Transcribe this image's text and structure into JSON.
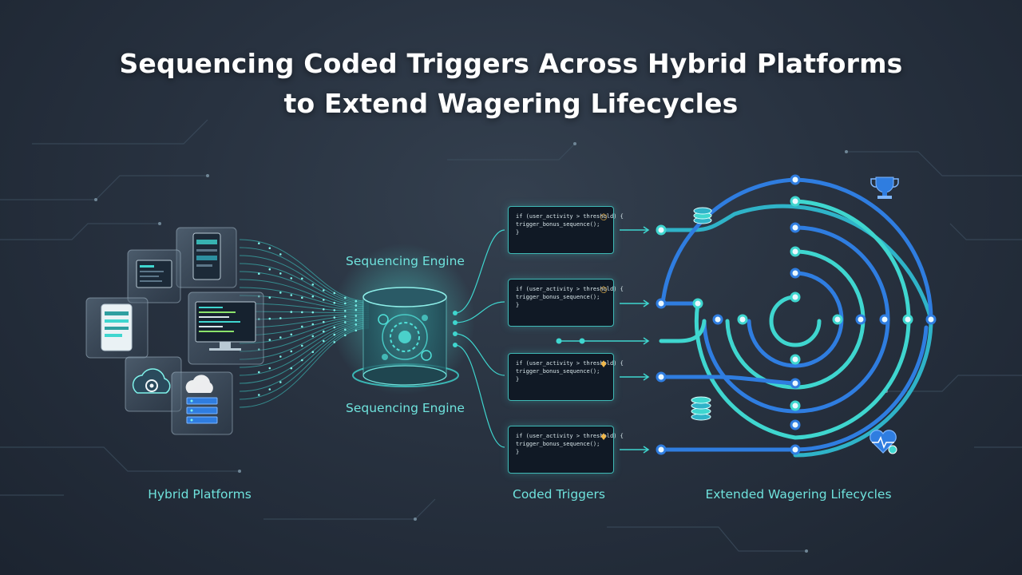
{
  "title": {
    "line1": "Sequencing Coded Triggers Across Hybrid Platforms",
    "line2": "to Extend Wagering Lifecycles"
  },
  "labels": {
    "engine_top": "Sequencing Engine",
    "engine_bottom": "Sequencing Engine",
    "hybrid_platforms": "Hybrid Platforms",
    "coded_triggers": "Coded Triggers",
    "extended_lifecycles": "Extended Wagering Lifecycles"
  },
  "triggers": [
    {
      "code": [
        "if (user_activity > threshold) {",
        "trigger_bonus_sequence();",
        "}"
      ],
      "icon": "timer-icon"
    },
    {
      "code": [
        "if (user_activity > threshold) {",
        "trigger_bonus_sequence();",
        "}"
      ],
      "icon": "timer-icon"
    },
    {
      "code": [
        "if (user_activity > threshold) {",
        "trigger_bonus_sequence();",
        "}"
      ],
      "icon": "bell-icon"
    },
    {
      "code": [
        "if (user_activity > threshold) {",
        "trigger_bonus_sequence();",
        "}"
      ],
      "icon": "bell-icon"
    }
  ],
  "colors": {
    "accent_cyan": "#3fd6cf",
    "accent_blue": "#2f7de0",
    "code_keyword": "#8be36b",
    "icon_orange": "#f0b84a"
  },
  "icons": [
    "trophy-icon",
    "chip-stack-icon",
    "heart-pulse-icon",
    "cloud-icon",
    "server-icon",
    "monitor-icon",
    "tablet-icon"
  ]
}
